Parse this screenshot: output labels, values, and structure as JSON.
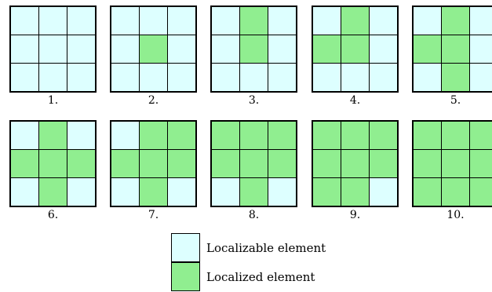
{
  "colors": {
    "localizable": "#ddffff",
    "localized": "#90ee90"
  },
  "panels": [
    {
      "label": "1.",
      "cells": [
        0,
        0,
        0,
        0,
        0,
        0,
        0,
        0,
        0
      ]
    },
    {
      "label": "2.",
      "cells": [
        0,
        0,
        0,
        0,
        1,
        0,
        0,
        0,
        0
      ]
    },
    {
      "label": "3.",
      "cells": [
        0,
        1,
        0,
        0,
        1,
        0,
        0,
        0,
        0
      ]
    },
    {
      "label": "4.",
      "cells": [
        0,
        1,
        0,
        1,
        1,
        0,
        0,
        0,
        0
      ]
    },
    {
      "label": "5.",
      "cells": [
        0,
        1,
        0,
        1,
        1,
        0,
        0,
        1,
        0
      ]
    },
    {
      "label": "6.",
      "cells": [
        0,
        1,
        0,
        1,
        1,
        1,
        0,
        1,
        0
      ]
    },
    {
      "label": "7.",
      "cells": [
        0,
        1,
        1,
        1,
        1,
        1,
        0,
        1,
        0
      ]
    },
    {
      "label": "8.",
      "cells": [
        1,
        1,
        1,
        1,
        1,
        1,
        0,
        1,
        0
      ]
    },
    {
      "label": "9.",
      "cells": [
        1,
        1,
        1,
        1,
        1,
        1,
        1,
        1,
        0
      ]
    },
    {
      "label": "10.",
      "cells": [
        1,
        1,
        1,
        1,
        1,
        1,
        1,
        1,
        1
      ]
    }
  ],
  "legend": {
    "localizable_label": "Localizable element",
    "localized_label": "Localized element"
  }
}
